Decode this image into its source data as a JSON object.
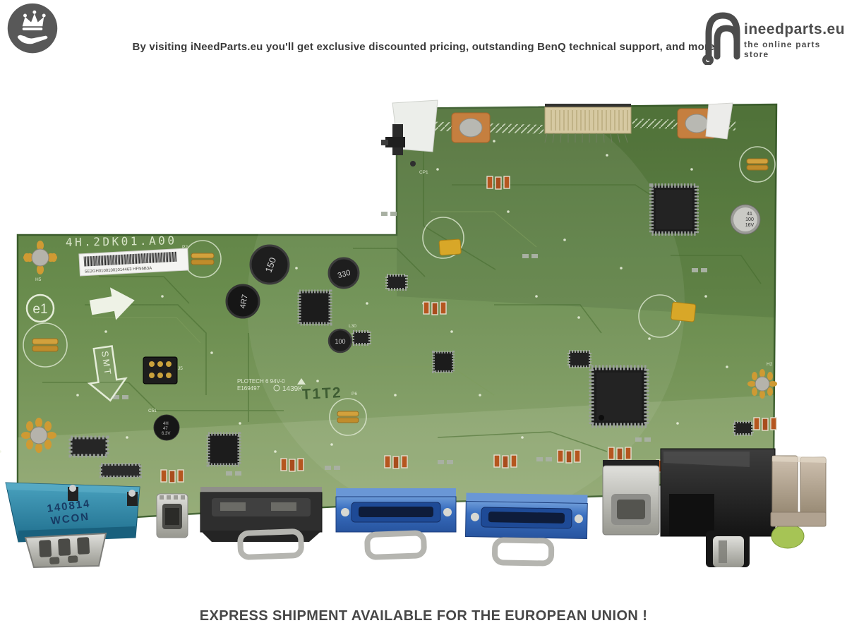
{
  "header": {
    "tagline": "By visiting iNeedParts.eu you'll get exclusive discounted pricing, outstanding BenQ technical support, and more",
    "brand": {
      "name": "ineedparts.eu",
      "tagline": "the online parts store"
    }
  },
  "footer": {
    "notice": "EXPRESS SHIPMENT AVAILABLE FOR THE EUROPEAN UNION !"
  },
  "board": {
    "part_number": "4H.2DK01.A00",
    "serial": "5E2GH01001001014463 HFN6B3A",
    "emark": "e1",
    "smt": "SMT",
    "maker_line1": "PLOTECH 6 94V-0",
    "maker_line2": "E169497",
    "maker_code": "1439K",
    "etch_label": "T1T2",
    "serial_port": {
      "date": "140814",
      "brand": "WCON"
    },
    "inductors": {
      "l1": "150",
      "l2": "330",
      "l3": "4R7",
      "l4": "100"
    },
    "cap": {
      "line1": "41",
      "line2": "100",
      "line3": "16V"
    },
    "small_cap": {
      "line1": "4H",
      "line2": "47",
      "line3": "6.3V"
    },
    "refs": {
      "j5": "J5",
      "p6": "P6",
      "h2": "H2",
      "h5": "H5",
      "cp1": "CP1",
      "l30": "L30",
      "c51": "C51",
      "p2": "P2"
    }
  },
  "colors": {
    "pcb_green": "#5d8245",
    "vga_blue": "#2f62b5",
    "serial_teal": "#2f7f9d",
    "fiducial_gold": "#c9972f",
    "text_dark": "#3b3b3b"
  }
}
